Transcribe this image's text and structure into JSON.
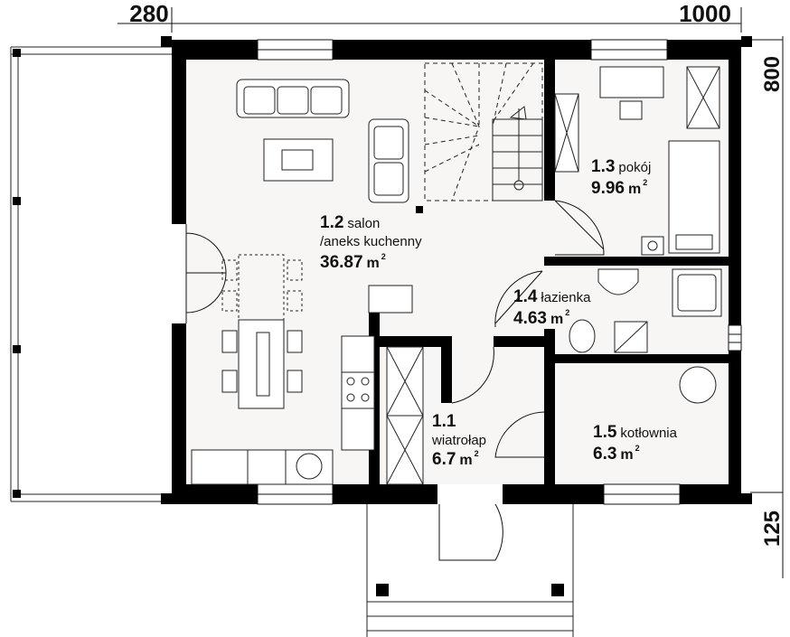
{
  "dimensions": {
    "left_width": "280",
    "main_width": "1000",
    "depth": "800",
    "entrance_depth": "125"
  },
  "rooms": [
    {
      "id": "salon",
      "number": "1.2",
      "name": "salon",
      "name2": "/aneks kuchenny",
      "area": "36.87",
      "unit": "m",
      "unit_sup": "2"
    },
    {
      "id": "pokoj",
      "number": "1.3",
      "name": "pokój",
      "area": "9.96",
      "unit": "m",
      "unit_sup": "2"
    },
    {
      "id": "lazienka",
      "number": "1.4",
      "name": "łazienka",
      "area": "4.63",
      "unit": "m",
      "unit_sup": "2"
    },
    {
      "id": "wiatrolap",
      "number": "1.1",
      "name": "wiatrołap",
      "area": "6.7",
      "unit": "m",
      "unit_sup": "2"
    },
    {
      "id": "kotlownia",
      "number": "1.5",
      "name": "kotłownia",
      "area": "6.3",
      "unit": "m",
      "unit_sup": "2"
    }
  ],
  "colors": {
    "wall": "#000000",
    "floor": "#f8f6f4",
    "line": "#222222",
    "window": "#ffffff"
  }
}
